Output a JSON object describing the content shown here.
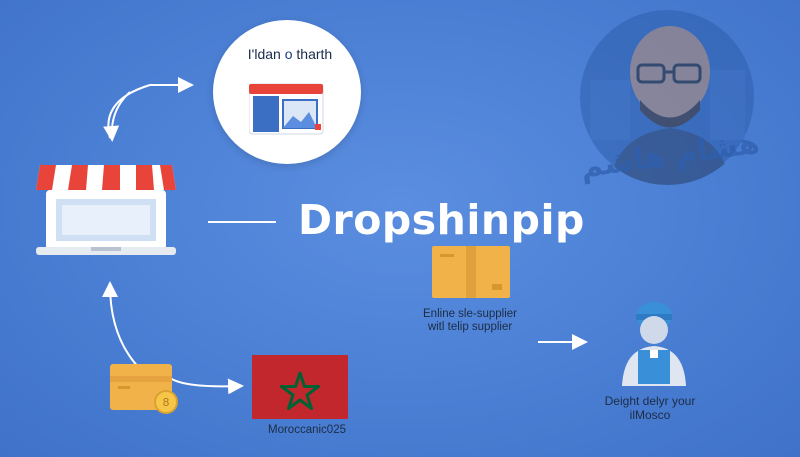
{
  "hub": {
    "title_left": "I'ldan",
    "title_sep": "o",
    "title_right": "tharth"
  },
  "brand": {
    "title": "Dropshinpip"
  },
  "supplier": {
    "line1": "Enline sle-supplier",
    "line2": "witl telip supplier"
  },
  "delivery": {
    "line1": "Deight delyr your",
    "line2": "ilMosco"
  },
  "morocco": {
    "label": "Moroccanic025"
  },
  "avatar": {
    "arabic_text": "هشام هاشم"
  },
  "colors": {
    "background": "#4a7fd4",
    "awning_red": "#e8443a",
    "flag_red": "#c1272d",
    "flag_star": "#006233",
    "box_orange": "#f2b24a"
  },
  "icons": [
    "arrow-icon",
    "store-laptop-icon",
    "web-store-icon",
    "box-icon",
    "morocco-flag-icon",
    "delivery-person-icon",
    "coin-icon"
  ]
}
